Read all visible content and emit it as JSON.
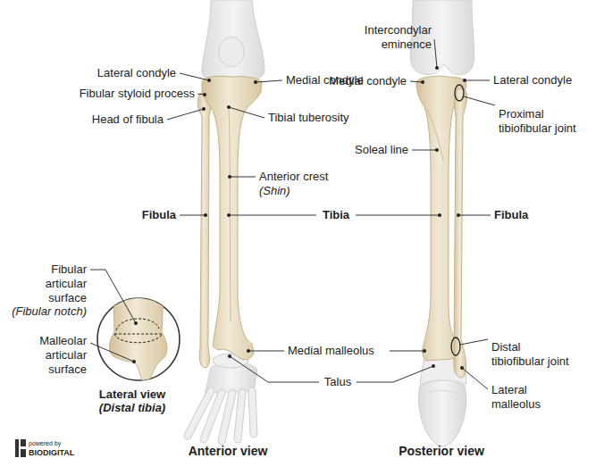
{
  "diagram": {
    "labels": [
      "Lateral condyle",
      "Fibular styloid process",
      "Head of fibula",
      "Medial condyle",
      "Tibial tuberosity",
      "Anterior crest",
      "(Shin)",
      "Fibula",
      "Tibia",
      "Intercondylar eminence",
      "Medial condyle",
      "Lateral condyle",
      "Proximal tibiofibular joint",
      "Soleal line",
      "Fibula",
      "Fibular articular surface",
      "(Fibular notch)",
      "Malleolar articular surface",
      "Lateral view",
      "(Distal tibia)",
      "Medial malleolus",
      "Talus",
      "Distal tibiofibular joint",
      "Lateral malleolus",
      "Anterior view",
      "Posterior view",
      "powered by",
      "BIODIGITAL"
    ]
  }
}
